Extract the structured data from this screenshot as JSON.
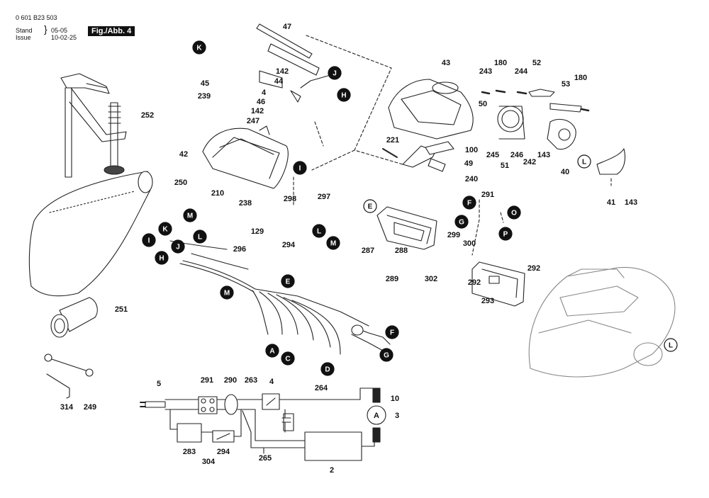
{
  "header": {
    "doc_number": "0 601 B23 503",
    "stand_label": "Stand",
    "issue_label": "Issue",
    "stand_date": "05-05",
    "issue_date": "10-02-25",
    "figure_tag": "Fig./Abb. 4"
  },
  "part_numbers": [
    "47",
    "142",
    "44",
    "4",
    "46",
    "142",
    "247",
    "45",
    "239",
    "252",
    "42",
    "210",
    "238",
    "250",
    "298",
    "297",
    "129",
    "296",
    "294",
    "251",
    "314",
    "249",
    "43",
    "221",
    "100",
    "49",
    "240",
    "243",
    "180",
    "244",
    "52",
    "53",
    "180",
    "50",
    "245",
    "51",
    "246",
    "242",
    "143",
    "40",
    "41",
    "143",
    "291",
    "299",
    "300",
    "287",
    "288",
    "289",
    "302",
    "292",
    "292",
    "293",
    "5",
    "291",
    "290",
    "263",
    "4",
    "264",
    "10",
    "3",
    "283",
    "294",
    "304",
    "265",
    "2"
  ],
  "callout_letters": [
    "K",
    "J",
    "H",
    "I",
    "M",
    "L",
    "K",
    "J",
    "I",
    "H",
    "M",
    "L",
    "M",
    "E",
    "A",
    "C",
    "D",
    "F",
    "G",
    "E",
    "F",
    "G",
    "O",
    "P",
    "L",
    "L"
  ],
  "circuit_symbols": {
    "motor": "A"
  }
}
